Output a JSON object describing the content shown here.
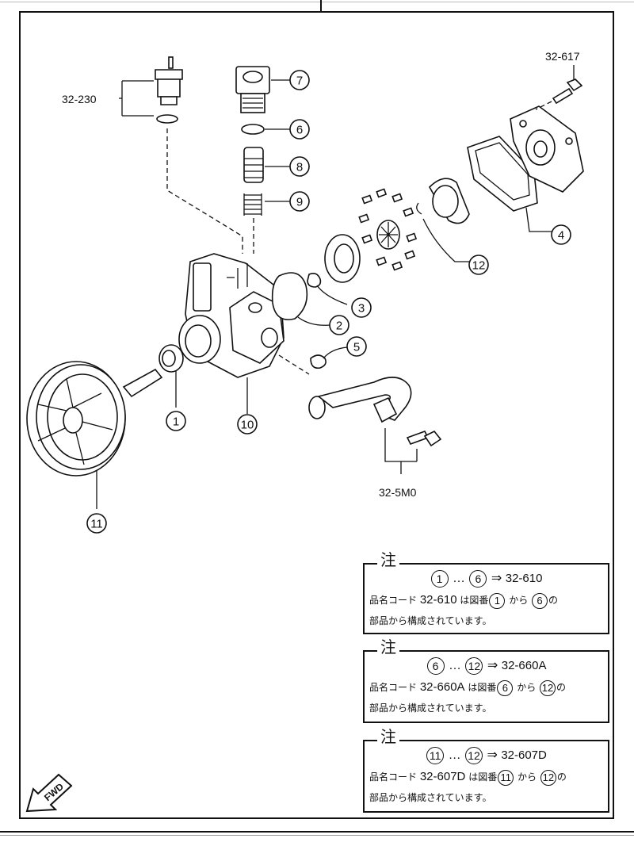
{
  "labels": {
    "l_32_230": "32-230",
    "l_32_617": "32-617",
    "l_32_5M0": "32-5M0"
  },
  "callouts": [
    "1",
    "2",
    "3",
    "4",
    "5",
    "6",
    "7",
    "8",
    "9",
    "10",
    "11",
    "12"
  ],
  "notes": [
    {
      "tag": "注",
      "from": "1",
      "sep": "…",
      "to": "6",
      "arrow": "⇒",
      "code": "32-610",
      "line2_pre": "品名コード",
      "line2_code": "32-610",
      "line2_mid": "は図番",
      "line2_kara": "から",
      "line2_no": "の",
      "line3": "部品から構成されています。"
    },
    {
      "tag": "注",
      "from": "6",
      "sep": "…",
      "to": "12",
      "arrow": "⇒",
      "code": "32-660A",
      "line2_pre": "品名コード",
      "line2_code": "32-660A",
      "line2_mid": "は図番",
      "line2_kara": "から",
      "line2_no": "の",
      "line3": "部品から構成されています。"
    },
    {
      "tag": "注",
      "from": "11",
      "sep": "…",
      "to": "12",
      "arrow": "⇒",
      "code": "32-607D",
      "line2_pre": "品名コード",
      "line2_code": "32-607D",
      "line2_mid": "は図番",
      "line2_kara": "から",
      "line2_no": "の",
      "line3": "部品から構成されています。"
    }
  ],
  "fwd_label": "FWD"
}
